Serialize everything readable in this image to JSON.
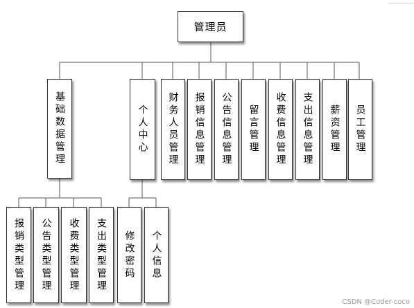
{
  "diagram": {
    "root": {
      "label": "管理员"
    },
    "level1": [
      {
        "label": "基础数据管理"
      },
      {
        "label": "个人中心"
      },
      {
        "label": "财务人员管理"
      },
      {
        "label": "报销信息管理"
      },
      {
        "label": "公告信息管理"
      },
      {
        "label": "留言管理"
      },
      {
        "label": "收费信息管理"
      },
      {
        "label": "支出信息管理"
      },
      {
        "label": "薪资管理"
      },
      {
        "label": "员工管理"
      }
    ],
    "jichu_children": [
      {
        "label": "报销类型管理"
      },
      {
        "label": "公告类型管理"
      },
      {
        "label": "收费类型管理"
      },
      {
        "label": "支出类型管理"
      }
    ],
    "geren_children": [
      {
        "label": "修改密码"
      },
      {
        "label": "个人信息"
      }
    ]
  },
  "watermark": "CSDN @Coder-coco",
  "colors": {
    "line": "#555555",
    "box_border": "#333333"
  }
}
